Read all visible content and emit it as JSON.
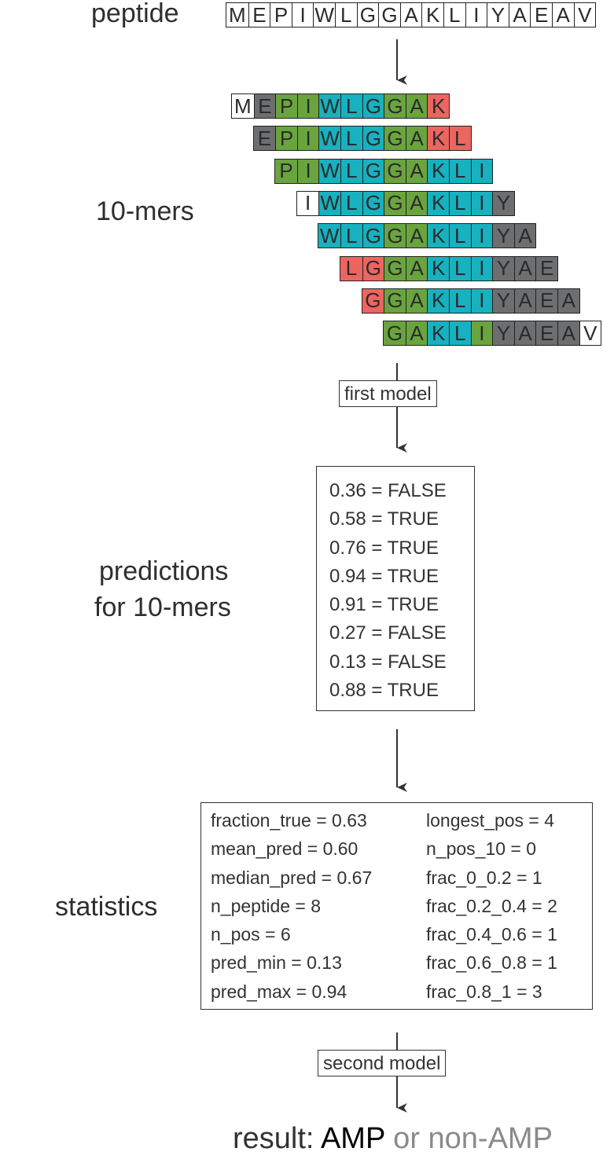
{
  "labels": {
    "peptide": "peptide",
    "kmers": "10-mers",
    "predictions_line1": "predictions",
    "predictions_line2": "for 10-mers",
    "statistics": "statistics"
  },
  "peptide_sequence": [
    "M",
    "E",
    "P",
    "I",
    "W",
    "L",
    "G",
    "G",
    "A",
    "K",
    "L",
    "I",
    "Y",
    "A",
    "E",
    "A",
    "V"
  ],
  "kmers": [
    {
      "start": 0,
      "colors": [
        "white",
        "gray",
        "green",
        "green",
        "teal",
        "teal",
        "teal",
        "green",
        "green",
        "red"
      ]
    },
    {
      "start": 1,
      "colors": [
        "gray",
        "green",
        "green",
        "teal",
        "teal",
        "teal",
        "green",
        "green",
        "red",
        "red"
      ]
    },
    {
      "start": 2,
      "colors": [
        "green",
        "green",
        "teal",
        "teal",
        "teal",
        "green",
        "green",
        "teal",
        "teal",
        "teal"
      ]
    },
    {
      "start": 3,
      "colors": [
        "white",
        "teal",
        "teal",
        "teal",
        "green",
        "green",
        "teal",
        "teal",
        "teal",
        "gray"
      ]
    },
    {
      "start": 4,
      "colors": [
        "teal",
        "teal",
        "teal",
        "green",
        "green",
        "teal",
        "teal",
        "teal",
        "gray",
        "gray"
      ]
    },
    {
      "start": 5,
      "colors": [
        "red",
        "red",
        "green",
        "green",
        "teal",
        "teal",
        "teal",
        "gray",
        "gray",
        "gray"
      ]
    },
    {
      "start": 6,
      "colors": [
        "red",
        "green",
        "green",
        "teal",
        "teal",
        "teal",
        "gray",
        "gray",
        "gray",
        "gray"
      ]
    },
    {
      "start": 7,
      "colors": [
        "green",
        "green",
        "teal",
        "teal",
        "green",
        "gray",
        "gray",
        "gray",
        "gray",
        "white"
      ]
    }
  ],
  "colors": {
    "white": "#ffffff",
    "gray": "#6d6e70",
    "green": "#6aa43f",
    "teal": "#17b1bf",
    "red": "#ec6560",
    "result_gray": "#8a8a8a"
  },
  "first_model_label": "first model",
  "second_model_label": "second model",
  "predictions": [
    "0.36 = FALSE",
    "0.58 = TRUE",
    "0.76 = TRUE",
    "0.94 = TRUE",
    "0.91 = TRUE",
    "0.27 = FALSE",
    "0.13 = FALSE",
    "0.88 = TRUE"
  ],
  "statistics_left": [
    "fraction_true = 0.63",
    "mean_pred = 0.60",
    "median_pred = 0.67",
    "n_peptide = 8",
    "n_pos = 6",
    "pred_min = 0.13",
    "pred_max = 0.94"
  ],
  "statistics_right": [
    "longest_pos = 4",
    "n_pos_10 = 0",
    "frac_0_0.2 = 1",
    "frac_0.2_0.4 = 2",
    "frac_0.4_0.6 = 1",
    "frac_0.6_0.8 = 1",
    "frac_0.8_1 = 3"
  ],
  "result": {
    "prefix": "result: ",
    "amp": "AMP",
    "or": " or ",
    "non_amp": "non-AMP"
  }
}
